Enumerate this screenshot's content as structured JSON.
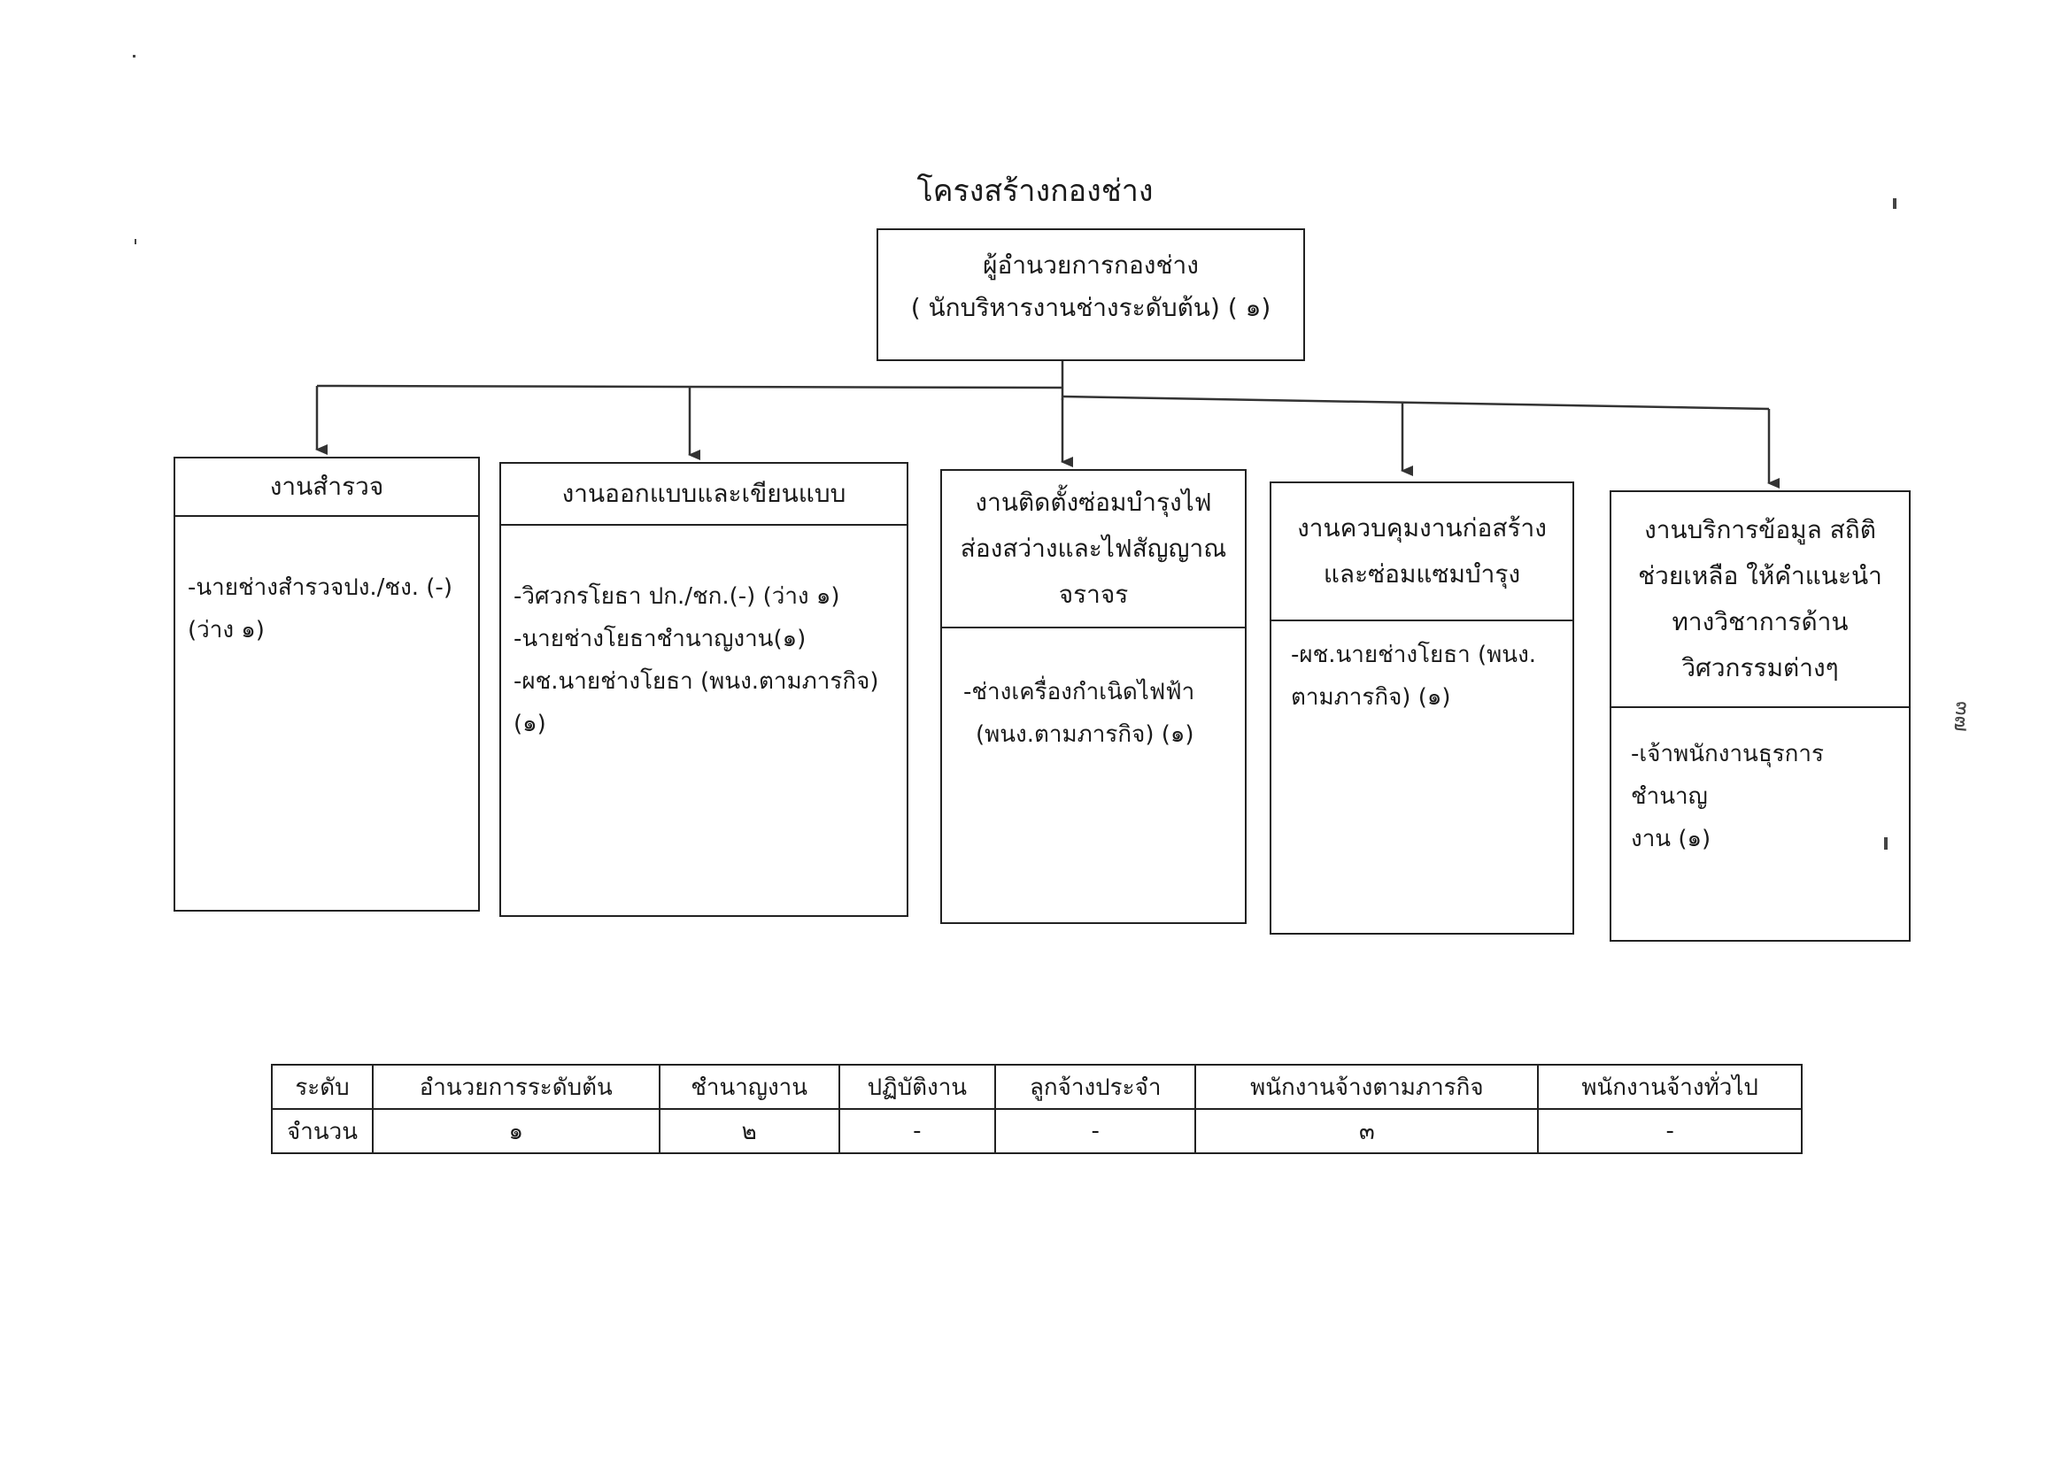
{
  "title": "โครงสร้างกองช่าง",
  "head": {
    "line1": "ผู้อำนวยการกองช่าง",
    "line2": "( นักบริหารงานช่างระดับต้น) ( ๑)"
  },
  "units": [
    {
      "title_lines": [
        "งานสำรวจ"
      ],
      "staff_lines": [
        "-นายช่างสำรวจปง./ชง. (-)",
        "(ว่าง ๑)"
      ]
    },
    {
      "title_lines": [
        "งานออกแบบและเขียนแบบ"
      ],
      "staff_lines": [
        "-วิศวกรโยธา ปก./ชก.(-) (ว่าง ๑)",
        "-นายช่างโยธาชำนาญงาน(๑)",
        "-ผช.นายช่างโยธา (พนง.ตามภารกิจ)",
        "(๑)"
      ]
    },
    {
      "title_lines": [
        "งานติดตั้งซ่อมบำรุงไฟ",
        "ส่องสว่างและไฟสัญญาณ",
        "จราจร"
      ],
      "staff_lines": [
        "-ช่างเครื่องกำเนิดไฟฟ้า",
        "(พนง.ตามภารกิจ) (๑)"
      ]
    },
    {
      "title_lines": [
        "งานควบคุมงานก่อสร้าง",
        "และซ่อมแซมบำรุง"
      ],
      "staff_lines": [
        "-ผช.นายช่างโยธา (พนง.",
        "ตามภารกิจ) (๑)"
      ]
    },
    {
      "title_lines": [
        "งานบริการข้อมูล สถิติ",
        "ช่วยเหลือ ให้คำแนะนำ",
        "ทางวิชาการด้าน",
        "วิศวกรรมต่างๆ"
      ],
      "staff_lines": [
        "-เจ้าพนักงานธุรการชำนาญ",
        "งาน (๑)"
      ]
    }
  ],
  "summary": {
    "row_labels": [
      "ระดับ",
      "จำนวน"
    ],
    "levels": [
      "อำนวยการระดับต้น",
      "ชำนาญงาน",
      "ปฏิบัติงาน",
      "ลูกจ้างประจำ",
      "พนักงานจ้างตามภารกิจ",
      "พนักงานจ้างทั่วไป"
    ],
    "counts": [
      "๑",
      "๒",
      "-",
      "-",
      "๓",
      "-"
    ]
  },
  "side_note": "๓๗"
}
